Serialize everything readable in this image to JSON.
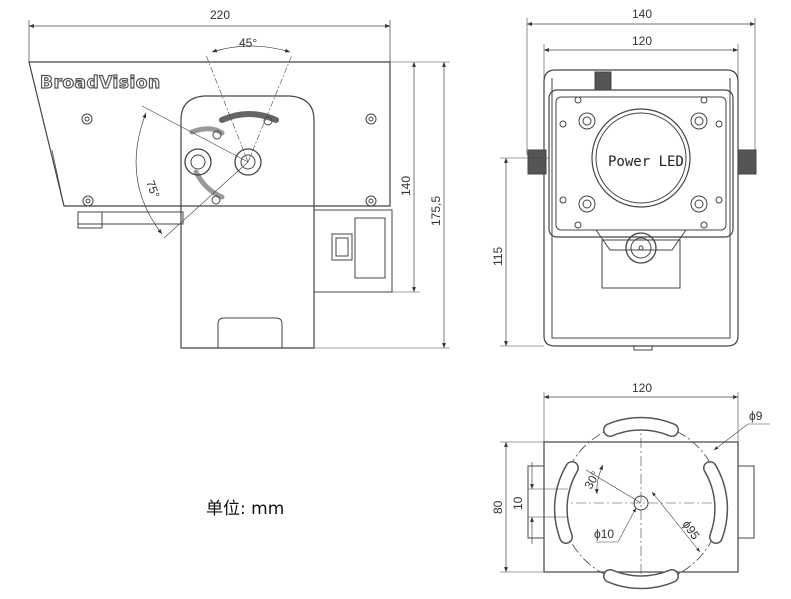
{
  "brand": "BroadVision",
  "unit_label": "单位: mm",
  "led_label": "Power LED",
  "side_view": {
    "width": "220",
    "tilt_angle": "45°",
    "pan_angle": "75°",
    "height_body": "140",
    "height_total": "175,5"
  },
  "front_view": {
    "width_outer": "140",
    "width_inner": "120",
    "axis_height": "115"
  },
  "base_view": {
    "width": "120",
    "depth": "80",
    "slot_width": "10",
    "hole_dia": "ϕ9",
    "center_hole": "ϕ10",
    "bolt_circle": "ϕ95",
    "slot_angle": "30°"
  }
}
